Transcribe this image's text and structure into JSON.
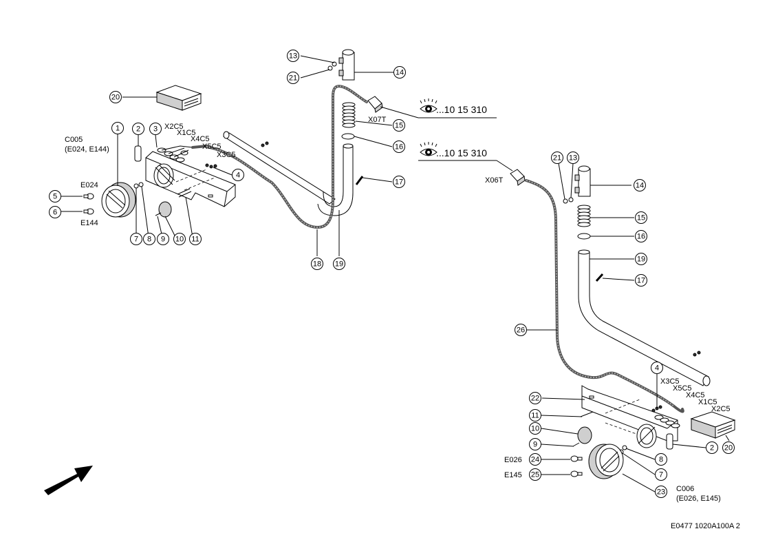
{
  "labels": {
    "c005": "C005",
    "c005_sub": "(E024, E144)",
    "e024": "E024",
    "e144": "E144",
    "x2c5_l": "X2C5",
    "x1c5_l": "X1C5",
    "x4c5_l": "X4C5",
    "x5c5_l": "X5C5",
    "x3c5_l": "X3C5",
    "x07t": "X07T",
    "x06t": "X06T",
    "ref_top": "...10 15 310",
    "ref_mid": "...10 15 310",
    "x3c5_r": "X3C5",
    "x5c5_r": "X5C5",
    "x4c5_r": "X4C5",
    "x1c5_r": "X1C5",
    "x2c5_r": "X2C5",
    "e026": "E026",
    "e145": "E145",
    "c006": "C006",
    "c006_sub": "(E026, E145)",
    "drawing_id": "E0477 1020A100A 2"
  },
  "callouts_left": [
    "1",
    "2",
    "3",
    "4",
    "5",
    "6",
    "7",
    "8",
    "9",
    "10",
    "11",
    "13",
    "21",
    "14",
    "15",
    "16",
    "17",
    "18",
    "19",
    "20"
  ],
  "callouts_right": [
    "21",
    "13",
    "14",
    "15",
    "16",
    "19",
    "17",
    "26",
    "4",
    "22",
    "11",
    "10",
    "9",
    "24",
    "25",
    "8",
    "7",
    "2",
    "20",
    "23"
  ],
  "icons": {
    "view_ref": "eye-reference-icon",
    "direction": "direction-arrow-icon"
  }
}
